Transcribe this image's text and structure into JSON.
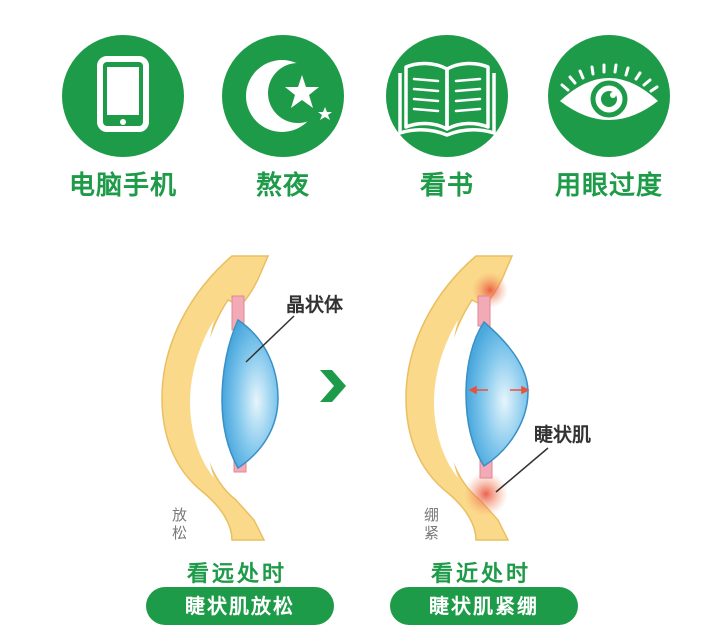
{
  "icons": [
    {
      "label": "电脑手机",
      "icon": "tablet-icon"
    },
    {
      "label": "熬夜",
      "icon": "moon-stars-icon"
    },
    {
      "label": "看书",
      "icon": "open-book-icon"
    },
    {
      "label": "用眼过度",
      "icon": "eye-icon"
    }
  ],
  "diagram": {
    "left": {
      "callout": "晶状体",
      "state": "放松",
      "caption": "看远处时",
      "pill": "睫状肌放松"
    },
    "right": {
      "callout": "睫状肌",
      "state": "绷紧",
      "caption": "看近处时",
      "pill": "睫状肌紧绷"
    },
    "arrow_icon": "chevron-right-icon"
  },
  "colors": {
    "brand_green": "#1e9b49",
    "lens_blue": "#64b8e6",
    "tissue_yellow": "#fbd98a",
    "muscle_pink": "#f2aab6",
    "tension_red": "#e8523c"
  }
}
